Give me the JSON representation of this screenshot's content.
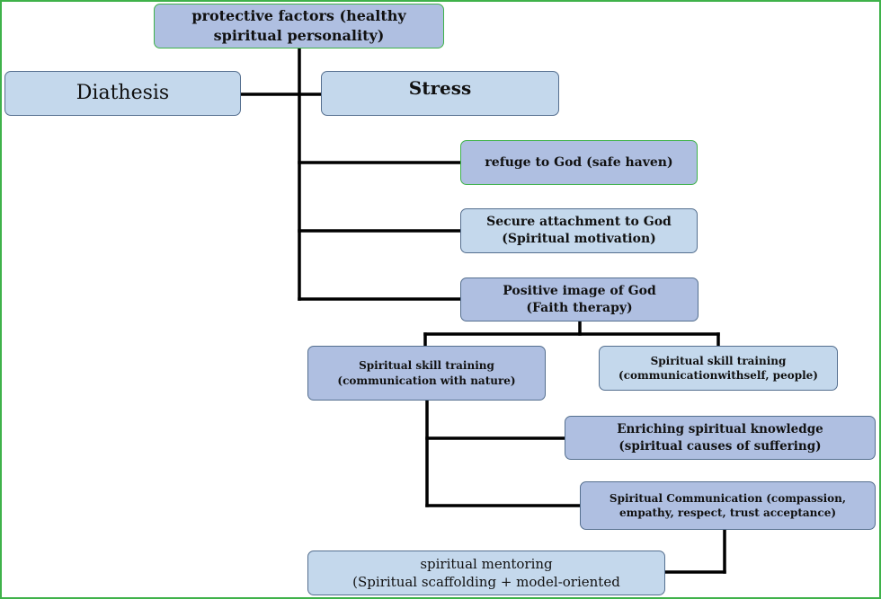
{
  "boxes": {
    "protective": "protective factors (healthy\nspiritual personality)",
    "diathesis": "Diathesis",
    "stress": "Stress",
    "refuge": "refuge to  God  (safe haven)",
    "secure": "Secure attachment  to God\n(Spiritual  motivation)",
    "positive": "Positive  image of God\n(Faith  therapy)",
    "skill_nature": "Spiritual skill training\n(communication with nature)",
    "skill_self": "Spiritual skill training\n(communicationwithself, people)",
    "enriching": "Enriching  spiritual  knowledge\n(spiritual  causes of suffering)",
    "communication": "Spiritual Communication (compassion,\nempathy, respect, trust acceptance)",
    "mentoring": "spiritual  mentoring\n(Spiritual  scaffolding + model-oriented"
  },
  "colors": {
    "frame_border": "#3fb24a",
    "box_light": "#c4d8ec",
    "box_dark": "#afbfe1",
    "connector": "#000000"
  }
}
